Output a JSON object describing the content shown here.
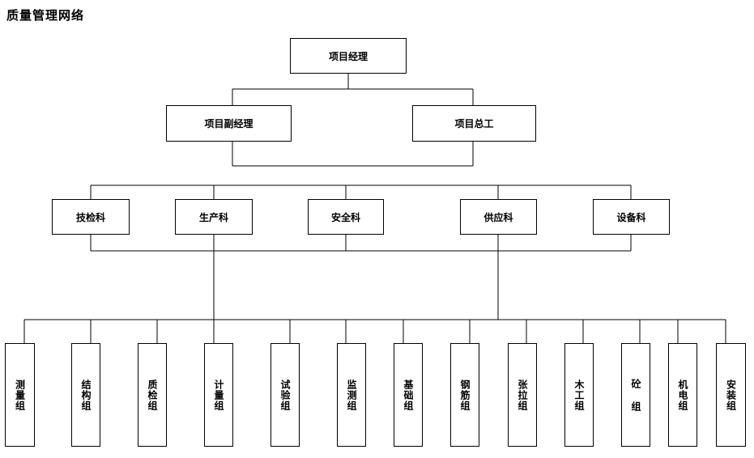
{
  "title": "质量管理网络",
  "nodes": {
    "pm": "项目经理",
    "deputy_pm": "项目副经理",
    "chief_engineer": "项目总工",
    "depts": [
      "技检科",
      "生产科",
      "安全科",
      "供应科",
      "设备科"
    ],
    "groups": [
      "测量组",
      "结构组",
      "质检组",
      "计量组",
      "试验组",
      "监测组",
      "基础组",
      "钢筋组",
      "张拉组",
      "木工组",
      "砼 组",
      "机电组",
      "安装组"
    ]
  }
}
